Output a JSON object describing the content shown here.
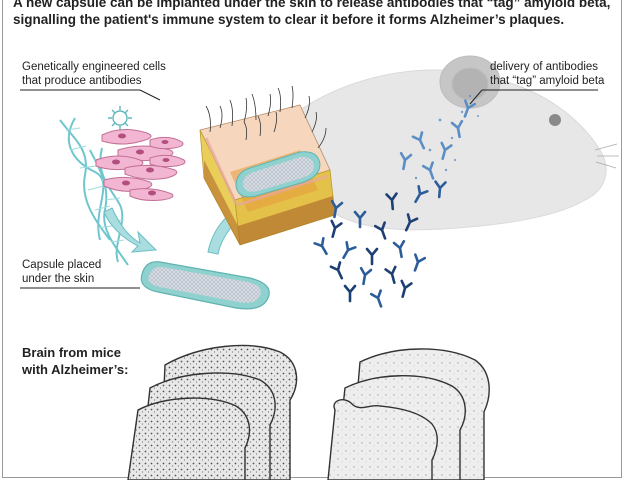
{
  "header": {
    "line1": "A new capsule can be implanted under the skin to release antibodies that “tag” amyloid beta,",
    "line2": "signalling the patient's immune system to clear it before it forms Alzheimer’s plaques."
  },
  "labels": {
    "cells_line1": "Genetically engineered cells",
    "cells_line2": "that produce antibodies",
    "delivery_line1": "delivery of antibodies",
    "delivery_line2": "that “tag” amyloid beta",
    "capsule_line1": "Capsule placed",
    "capsule_line2": "under the skin"
  },
  "brain_section": {
    "title_line1": "Brain from mice",
    "title_line2": "with Alzheimer’s:"
  },
  "colors": {
    "capsule_outline": "#8fd1cf",
    "capsule_mesh": "#c8d0d8",
    "cells": "#f2b6d2",
    "dna": "#6fc7cd",
    "antibody_dark": "#1d3f73",
    "antibody_light": "#5b8ec4",
    "skin_yellow": "#e9cf5a",
    "skin_pink": "#f3cdb0",
    "arrow": "#a9dde0"
  }
}
